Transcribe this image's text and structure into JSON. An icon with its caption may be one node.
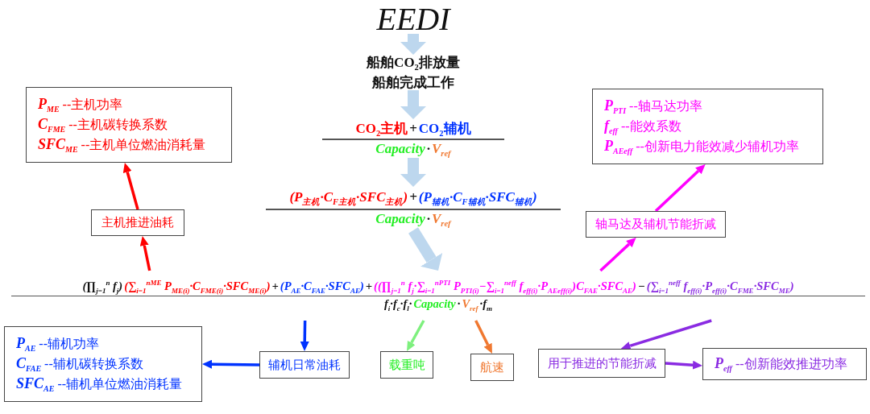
{
  "diagram": {
    "nodes": [
      {
        "text": [
          "EEDI"
        ]
      },
      {
        "text": [
          "船舶CO$_{2}$排放量",
          "船舶完成工作"
        ]
      },
      {
        "text": [
          "CO$_{2}$主机",
          "+",
          "CO$_{2}$辅机",
          "Capacity",
          "·",
          "V$_{ref}$"
        ]
      },
      {
        "text": [
          "(P$_{主机}$·C$_{F主机}$·SFC$_{主机}$)",
          "+",
          "(P$_{辅机}$·C$_{F辅机}$·SFC$_{辅机}$)",
          "Capacity",
          "·",
          "V$_{ref}$"
        ]
      },
      {
        "text": [
          "(∏$_{j=1}$$^{n}$ f$_{j}$)",
          "(∑$_{i=1}$$^{nME}$ P$_{ME(i)}$·C$_{FME(i)}$·SFC$_{ME(i)}$)",
          "+",
          "(P$_{AE}$·C$_{FAE}$·SFC$_{AE}$)",
          "+",
          "((∏$_{j=1}$$^{n}$ f$_{j}$·∑$_{i=1}$$^{nPTI}$ P$_{PTI(i)}$−∑$_{i=1}$$^{neff}$ f$_{eff(i)}$·P$_{AEeff(i)}$)C$_{FAE}$·SFC$_{AE}$)",
          "−",
          "(∑$_{i=1}$$^{neff}$ f$_{eff(i)}$·P$_{eff(i)}$·C$_{FME}$·SFC$_{ME}$)",
          "f$_{i}$·f$_{c}$·f$_{l}$·",
          "Capacity",
          "·",
          "V$_{ref}$",
          "·f$_{m}$"
        ]
      },
      {
        "text": [
          "*P*$_{ME}$ --主机功率",
          "*C*$_{FME}$ --主机碳转换系数",
          "*SFC*$_{ME}$ --主机单位燃油消耗量"
        ]
      },
      {
        "text": [
          "主机推进油耗"
        ]
      },
      {
        "text": [
          "*P*$_{PTI}$ --轴马达功率",
          "*f*$_{eff}$ --能效系数",
          "*P*$_{AEeff}$ --创新电力能效减少辅机功率"
        ]
      },
      {
        "text": [
          "轴马达及辅机节能折减"
        ]
      },
      {
        "text": [
          "*P*$_{AE}$ --辅机功率",
          "*C*$_{FAE}$ --辅机碳转换系数",
          "*SFC*$_{AE}$ --辅机单位燃油消耗量"
        ]
      },
      {
        "text": [
          "辅机日常油耗"
        ]
      },
      {
        "text": [
          "载重吨"
        ]
      },
      {
        "text": [
          "航速"
        ]
      },
      {
        "text": [
          "用于推进的节能折减"
        ]
      },
      {
        "text": [
          "*P*$_{eff}$ --创新能效推进功率"
        ]
      }
    ],
    "edges": [
      {
        "from": 0,
        "to": 1,
        "arrow": "to",
        "style": "thick",
        "color": "#bdd7ee"
      },
      {
        "from": 1,
        "to": 2,
        "arrow": "to",
        "style": "thick",
        "color": "#bdd7ee"
      },
      {
        "from": 2,
        "to": 3,
        "arrow": "to",
        "style": "thick",
        "color": "#bdd7ee"
      },
      {
        "from": 3,
        "to": 4,
        "arrow": "to",
        "style": "thick",
        "color": "#bdd7ee"
      },
      {
        "from": 4,
        "to": 6,
        "arrow": "to",
        "color": "#ff0000"
      },
      {
        "from": 6,
        "to": 5,
        "arrow": "to",
        "color": "#ff0000"
      },
      {
        "from": 4,
        "to": 8,
        "arrow": "to",
        "color": "#ff00ff"
      },
      {
        "from": 8,
        "to": 7,
        "arrow": "to",
        "color": "#ff00ff"
      },
      {
        "from": 4,
        "to": 10,
        "arrow": "to",
        "color": "#0033ff"
      },
      {
        "from": 10,
        "to": 9,
        "arrow": "to",
        "color": "#0033ff"
      },
      {
        "from": 4,
        "to": 11,
        "arrow": "to",
        "color": "#7ef07e"
      },
      {
        "from": 4,
        "to": 12,
        "arrow": "to",
        "color": "#f07830"
      },
      {
        "from": 4,
        "to": 13,
        "arrow": "to",
        "color": "#8a2be2"
      },
      {
        "from": 13,
        "to": 14,
        "arrow": "to",
        "color": "#8a2be2"
      }
    ]
  }
}
